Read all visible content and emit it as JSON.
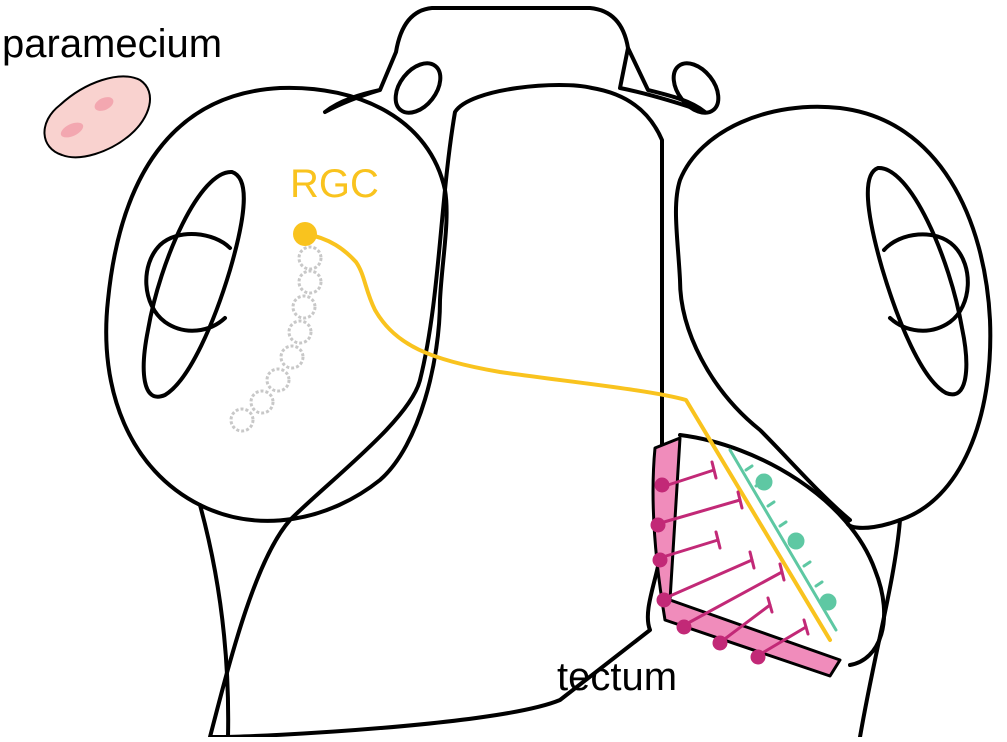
{
  "labels": {
    "paramecium": "paramecium",
    "rgc": "RGC",
    "tectum": "tectum"
  },
  "colors": {
    "outline": "#000000",
    "rgc": "#f9c31e",
    "migration_trail": "#c8c8c8",
    "periventricular_layer": "#f08cbb",
    "periventricular_neurons": "#c22977",
    "neuropil_interneurons": "#5ec8a3",
    "paramecium_body": "#f9d2cf",
    "paramecium_organelles": "#f3a7b0"
  }
}
